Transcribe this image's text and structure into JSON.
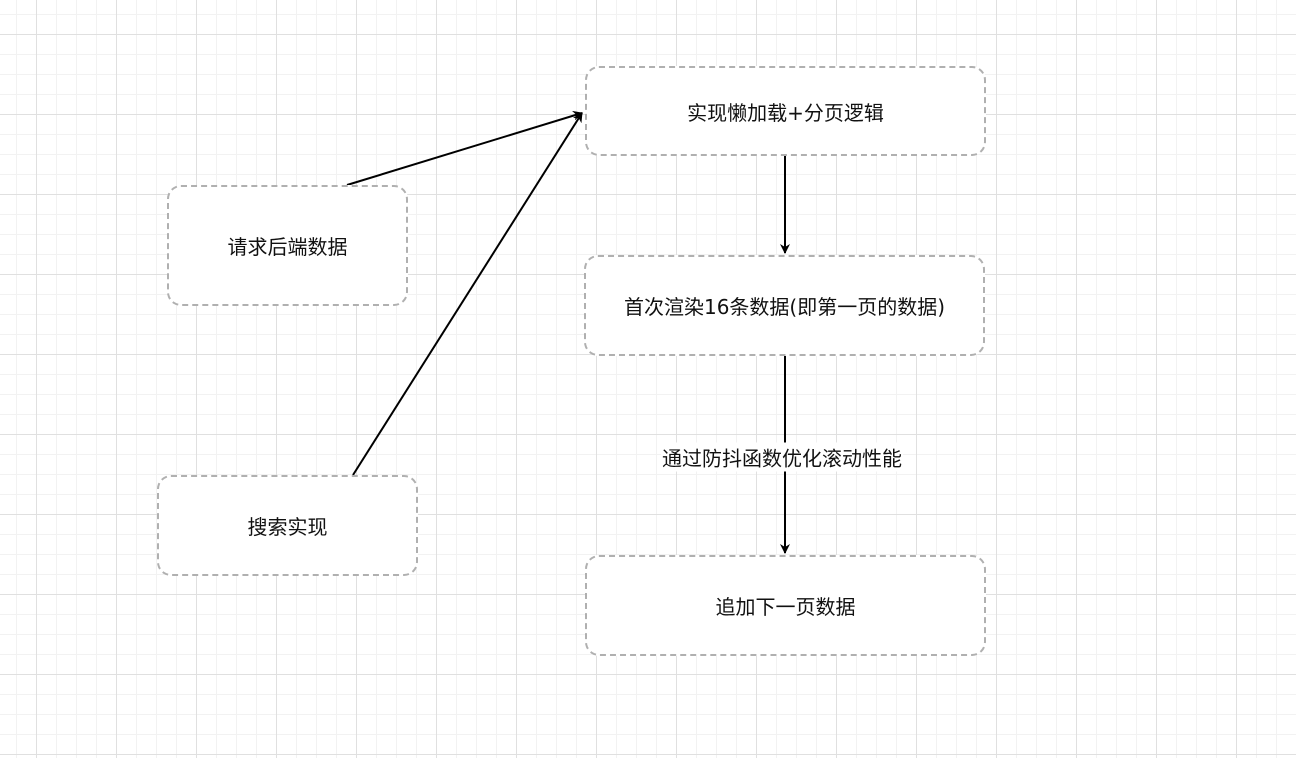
{
  "nodes": {
    "lazy_load": "实现懒加载+分页逻辑",
    "first_render": "首次渲染16条数据(即第一页的数据)",
    "append_page": "追加下一页数据",
    "request_backend": "请求后端数据",
    "search": "搜索实现"
  },
  "edges": {
    "debounce_label": "通过防抖函数优化滚动性能"
  }
}
